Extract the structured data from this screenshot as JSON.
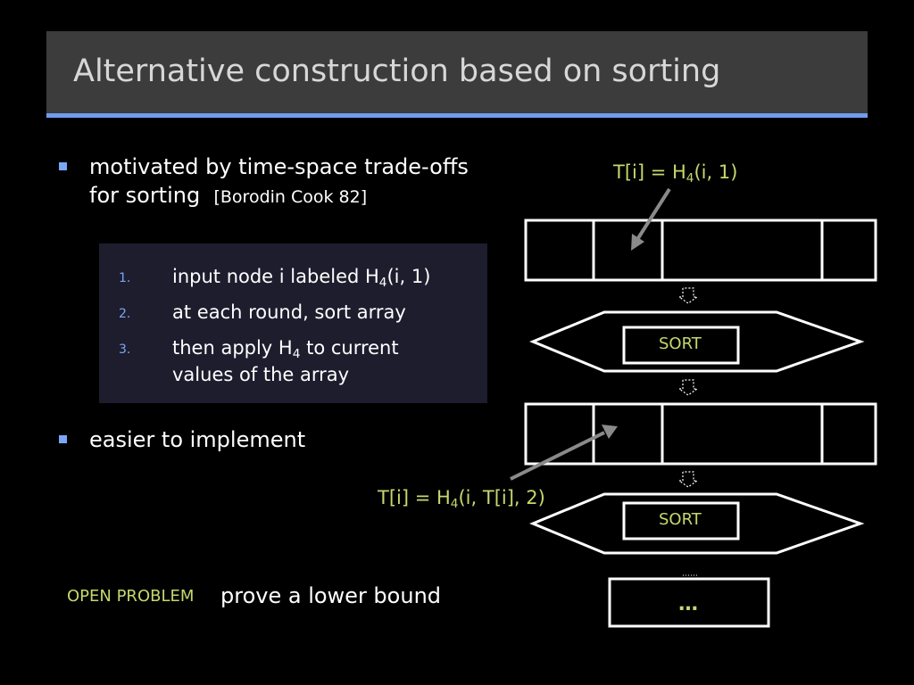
{
  "slide": {
    "title": "Alternative construction based on sorting",
    "bullet1_line1": "motivated by time-space trade-offs",
    "bullet1_line2": "for sorting",
    "bullet1_ref": "[Borodin Cook 82]",
    "steps": [
      {
        "num": "1.",
        "pre": "input node i labeled H",
        "sub": "4",
        "post": "(i, 1)"
      },
      {
        "num": "2.",
        "text": "at each round, sort array"
      },
      {
        "num": "3.",
        "pre": "then apply H",
        "sub": "4",
        "post": " to current",
        "line2": "values of the array"
      }
    ],
    "bullet2": "easier to implement",
    "open_problem_label": "OPEN PROBLEM",
    "open_problem_text": "prove a lower bound"
  },
  "diagram": {
    "label_top": {
      "pre": "T[i] = H",
      "sub": "4",
      "post": "(i, 1)"
    },
    "label_mid": {
      "pre": "T[i] = H",
      "sub": "4",
      "post": "(i, T[i], 2)"
    },
    "sort_label": "SORT",
    "ellipsis": "…",
    "colors": {
      "accent": "#c5d86d",
      "bullet": "#7aa6f5",
      "arrow": "#8a8a8a"
    }
  }
}
